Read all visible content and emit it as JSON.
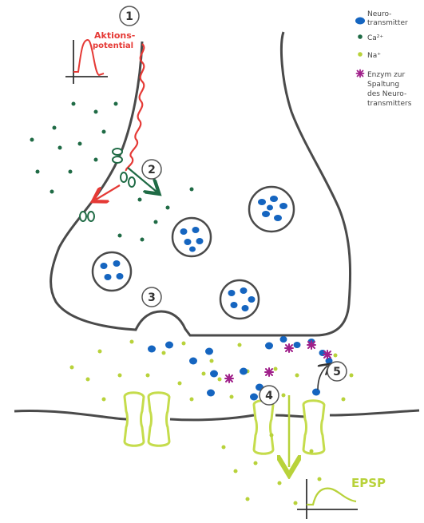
{
  "diagram": {
    "steps": [
      "1",
      "2",
      "3",
      "4",
      "5"
    ],
    "labels": {
      "action_potential": [
        "Aktions-",
        "potential"
      ],
      "epsp": "EPSP"
    }
  },
  "legend": {
    "items": [
      {
        "label_lines": [
          "Neuro-",
          "transmitter"
        ],
        "symbol": "blue-ellipse",
        "color": "#1565c0"
      },
      {
        "label_lines": [
          "Ca²⁺"
        ],
        "symbol": "green-dot",
        "color": "#1f6b45"
      },
      {
        "label_lines": [
          "Na⁺"
        ],
        "symbol": "lime-dot",
        "color": "#b8d23a"
      },
      {
        "label_lines": [
          "Enzym zur",
          "Spaltung",
          "des Neuro-",
          "transmitters"
        ],
        "symbol": "purple-star",
        "color": "#a0208a"
      }
    ]
  },
  "colors": {
    "membrane": "#4a4a4a",
    "action_potential": "#e53935",
    "transmitter": "#1565c0",
    "calcium": "#1f6b45",
    "sodium": "#b8d23a",
    "receptor": "#c5dc4c",
    "enzyme": "#a0208a"
  }
}
